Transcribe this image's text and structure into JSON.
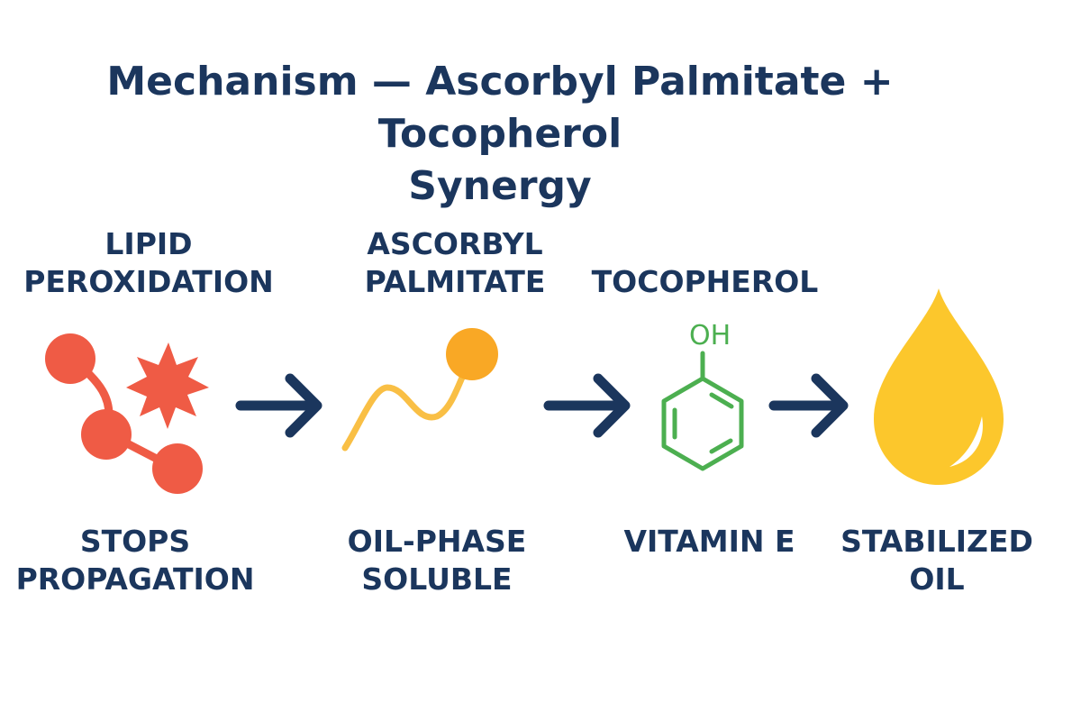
{
  "title": {
    "line1": "Mechanism — Ascorbyl Palmitate + Tocopherol",
    "line2": "Synergy"
  },
  "steps": [
    {
      "top_label": [
        "LIPID",
        "PEROXIDATION"
      ],
      "bottom_label": [
        "STOPS",
        "PROPAGATION"
      ],
      "icon": "radical-chain-icon",
      "color": "#ef5b45"
    },
    {
      "top_label": [
        "ASCORBYL",
        "PALMITATE"
      ],
      "bottom_label": [
        "OIL-PHASE",
        "SOLUBLE"
      ],
      "icon": "palmitate-chain-icon",
      "color": "#f9a825"
    },
    {
      "top_label": [
        "TOCOPHEROL"
      ],
      "bottom_label": [
        "VITAMIN E"
      ],
      "icon": "phenol-ring-icon",
      "icon_text": "OH",
      "color": "#4caf50"
    },
    {
      "top_label": [],
      "bottom_label": [
        "STABILIZED",
        "OIL"
      ],
      "icon": "oil-drop-icon",
      "color": "#fcc72c"
    }
  ],
  "arrow_color": "#1b365d",
  "text_color": "#1b365d"
}
